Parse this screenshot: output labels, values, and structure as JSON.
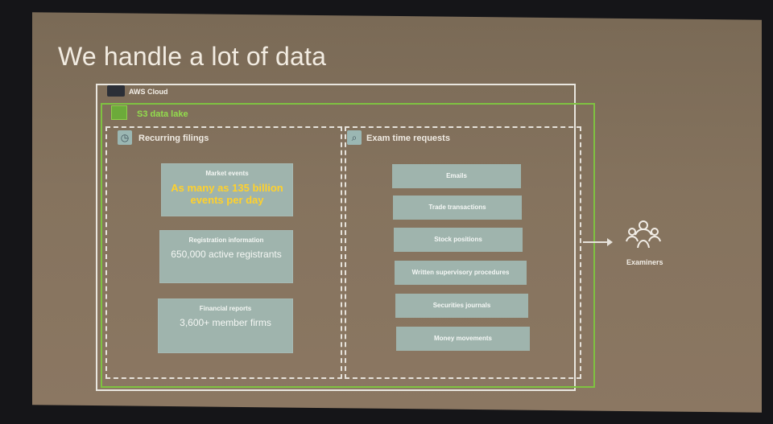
{
  "slide": {
    "title": "We handle a lot of data"
  },
  "aws": {
    "label": "AWS Cloud"
  },
  "lake": {
    "label": "S3 data lake",
    "accent": "#7fc241"
  },
  "recurring": {
    "label": "Recurring filings",
    "cards": [
      {
        "title": "Market events",
        "value": "As many as 135 billion events per day",
        "highlight": true
      },
      {
        "title": "Registration information",
        "value": "650,000 active registrants",
        "highlight": false
      },
      {
        "title": "Financial reports",
        "value": "3,600+ member firms",
        "highlight": false
      }
    ]
  },
  "exam": {
    "label": "Exam time requests",
    "items": [
      "Emails",
      "Trade transactions",
      "Stock positions",
      "Written supervisory procedures",
      "Securities journals",
      "Money movements"
    ]
  },
  "examiners": {
    "label": "Examiners",
    "icon": "users-icon"
  }
}
